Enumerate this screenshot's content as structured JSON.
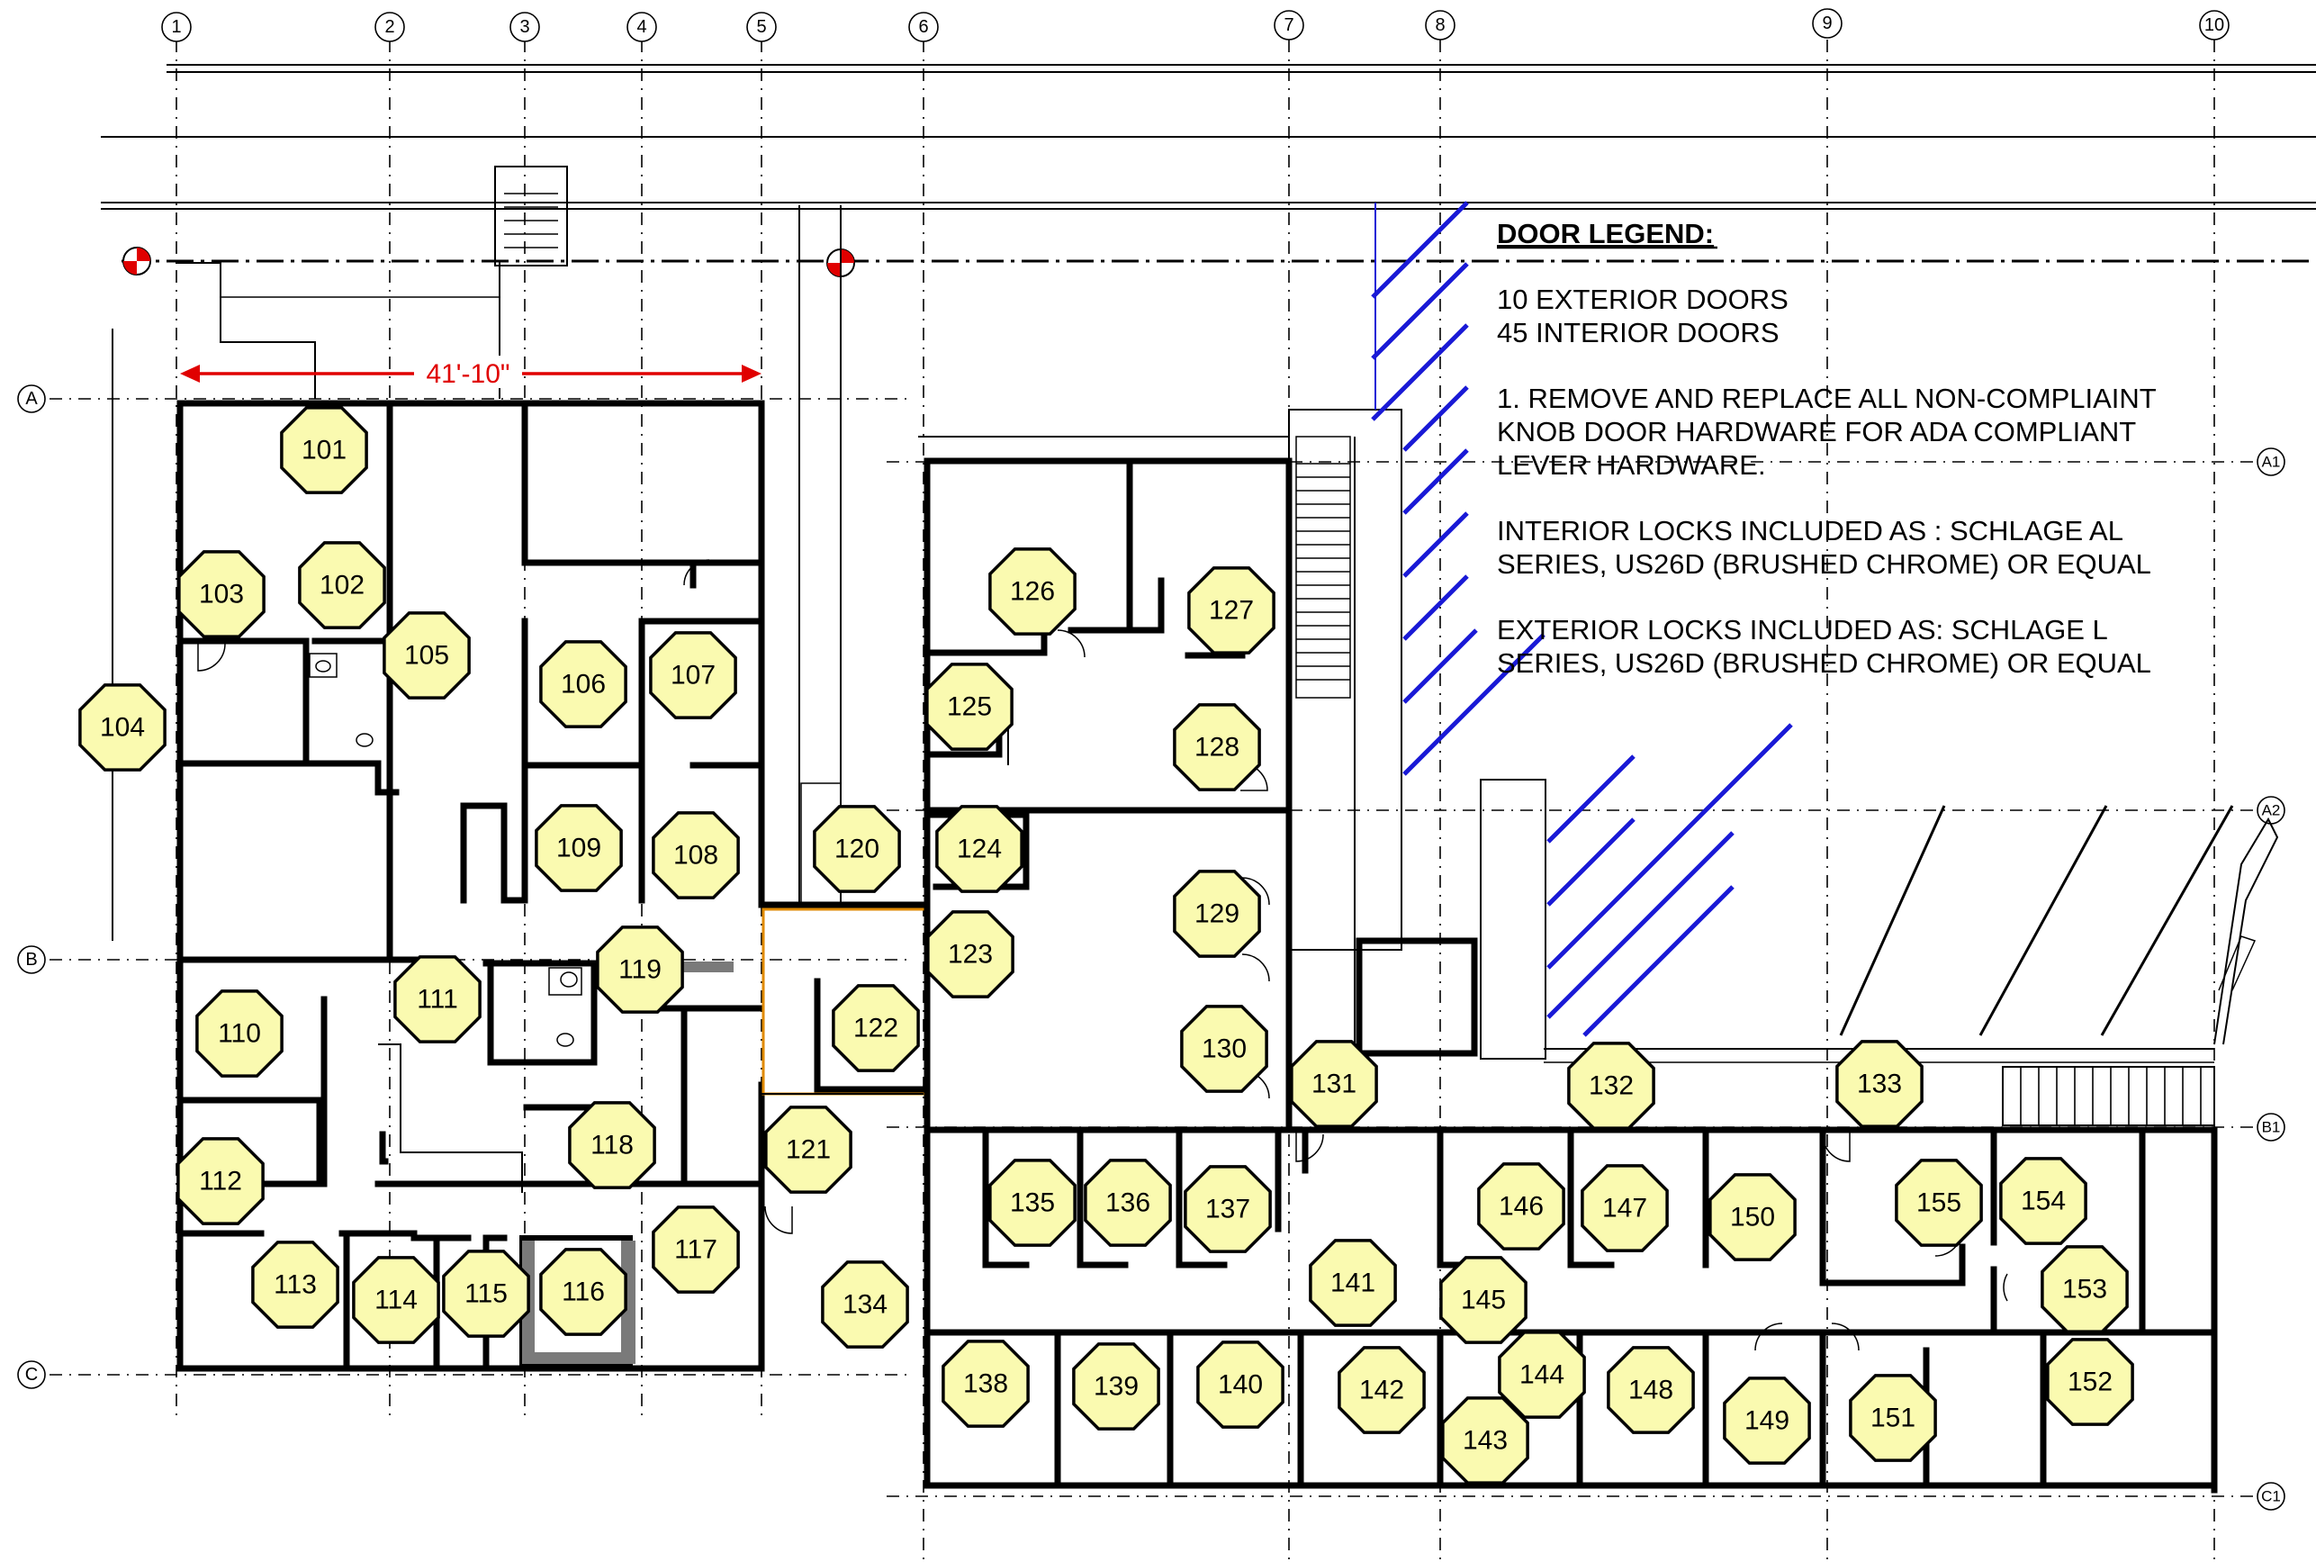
{
  "grid": {
    "columns": [
      "1",
      "2",
      "3",
      "4",
      "5",
      "6",
      "7",
      "8",
      "9",
      "10"
    ],
    "rows": [
      "A",
      "B",
      "C"
    ],
    "rows_right": [
      "A1",
      "A2",
      "B1",
      "C1"
    ]
  },
  "dimension": {
    "label": "41'-10\""
  },
  "legend": {
    "title": "DOOR LEGEND:",
    "lines": [
      "10 EXTERIOR DOORS",
      "45 INTERIOR DOORS",
      "1. REMOVE AND REPLACE ALL NON-COMPLIAINT",
      "KNOB  DOOR HARDWARE FOR ADA COMPLIANT",
      "LEVER HARDWARE.",
      "INTERIOR LOCKS INCLUDED AS : SCHLAGE AL",
      "SERIES, US26D (BRUSHED CHROME) OR EQUAL",
      "EXTERIOR LOCKS INCLUDED AS: SCHLAGE L",
      "SERIES, US26D (BRUSHED CHROME) OR EQUAL"
    ]
  },
  "door_tags": [
    "101",
    "102",
    "103",
    "104",
    "105",
    "106",
    "107",
    "108",
    "109",
    "110",
    "111",
    "112",
    "113",
    "114",
    "115",
    "116",
    "117",
    "118",
    "119",
    "120",
    "121",
    "122",
    "123",
    "124",
    "125",
    "126",
    "127",
    "128",
    "129",
    "130",
    "131",
    "132",
    "133",
    "134",
    "135",
    "136",
    "137",
    "138",
    "139",
    "140",
    "141",
    "142",
    "143",
    "144",
    "145",
    "146",
    "147",
    "148",
    "149",
    "150",
    "151",
    "152",
    "153",
    "154",
    "155"
  ],
  "colors": {
    "tag_fill": "#fafab0",
    "hatch": "#1919d6",
    "dimension": "#e00000"
  }
}
